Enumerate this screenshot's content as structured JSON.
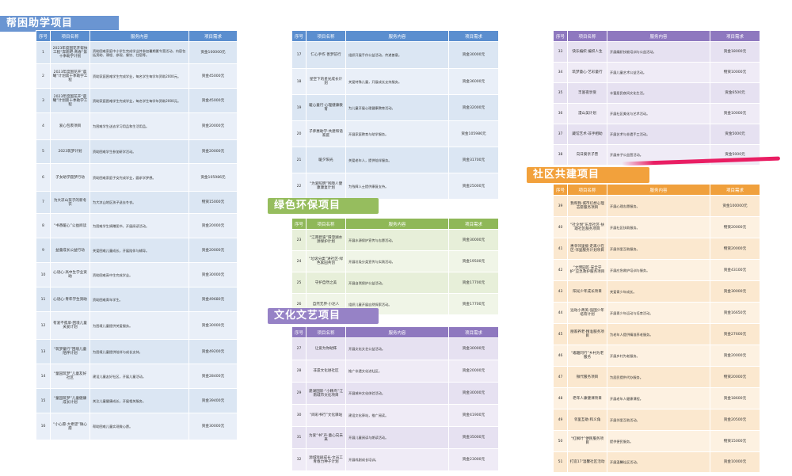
{
  "headers": [
    "序号",
    "项目名称",
    "服务内容",
    "项目需求"
  ],
  "sections": {
    "education": {
      "title": "帮困助学项目",
      "rows": [
        {
          "no": "1",
          "name": "2023年度国花开帮扶工程“奔跑吧·青春”第十季助学计划",
          "content": "资助困难家庭中小学生完成学业并参加暑期夏令营活动，内容包括资助、课程、参观、餐饮、住宿等。",
          "need": "资金100000元"
        },
        {
          "no": "2",
          "name": "2023年度国花开“晨曦”计划第十季助学工程",
          "content": "资助家庭困难学生完成学业，每名学生每学年资助2000元。",
          "need": "资金45000元"
        },
        {
          "no": "3",
          "name": "2023年度国花开“晨曦”计划第十季助学工程",
          "content": "资助家庭困难学生完成学业，每名学生每学年资助2000元。",
          "need": "资金45000元"
        },
        {
          "no": "4",
          "name": "爱心包裹项目",
          "content": "为困难学生送去学习用品和生活用品。",
          "need": "资金20000元"
        },
        {
          "no": "5",
          "name": "2023筑梦计划",
          "content": "资助困难学生参加研学活动。",
          "need": "资金20000元"
        },
        {
          "no": "6",
          "name": "子女助学圆梦行动",
          "content": "资助困难家庭子女完成学业，圆求学梦想。",
          "need": "资金105986元"
        },
        {
          "no": "7",
          "name": "为大凉山孩子的新冬衣",
          "content": "为大凉山地区孩子送去冬衣。",
          "need": "物资15000元"
        },
        {
          "no": "8",
          "name": "“书香暖心”公益阅读",
          "content": "为困难学生捐赠图书，开展阅读活动。",
          "need": "资金20000元"
        },
        {
          "no": "9",
          "name": "益童成长公益行动",
          "content": "关爱困难儿童成长，开展陪伴与辅导。",
          "need": "资金20000元"
        },
        {
          "no": "10",
          "name": "心语心·高中生学业资助",
          "content": "资助困难高中生完成学业。",
          "need": "资金30000元"
        },
        {
          "no": "11",
          "name": "心语心·青年学生资助",
          "content": "资助困难青年学生。",
          "need": "资金49680元"
        },
        {
          "no": "12",
          "name": "有爱不孤单·困境儿童关爱计划",
          "content": "为困境儿童提供关爱服务。",
          "need": "资金30000元"
        },
        {
          "no": "13",
          "name": "“筑梦童行”困境儿童陪伴计划",
          "content": "为困境儿童提供陪伴与成长支持。",
          "need": "资金49200元"
        },
        {
          "no": "14",
          "name": "“童园筑梦”儿童友好社区",
          "content": "建设儿童友好社区，开展儿童活动。",
          "need": "资金28400元"
        },
        {
          "no": "15",
          "name": "“童园筑梦”儿童健康成长计划",
          "content": "关注儿童健康成长，开展相关服务。",
          "need": "资金39400元"
        },
        {
          "no": "16",
          "name": "“小心愿·大希望”微心愿",
          "content": "帮助困难儿童实现微心愿。",
          "need": "资金30000元"
        }
      ]
    },
    "education2": {
      "rows": [
        {
          "no": "17",
          "name": "仁心手作 善梦前行",
          "content": "组织开展手作公益活动，传递善意。",
          "need": "资金30000元"
        },
        {
          "no": "18",
          "name": "星空下的星光成长计划",
          "content": "关爱特殊儿童，开展成长支持服务。",
          "need": "资金36000元"
        },
        {
          "no": "19",
          "name": "暖心童行·心理健康教育",
          "content": "为儿童开展心理健康教育活动。",
          "need": "资金32000元"
        },
        {
          "no": "20",
          "name": "子养惠助学·共建和谐家庭",
          "content": "开展家庭教育与助学服务。",
          "need": "资金105986元"
        },
        {
          "no": "21",
          "name": "暖夕阳光",
          "content": "关爱老年人，提供陪伴服务。",
          "need": "资金31700元"
        },
        {
          "no": "22",
          "name": "“为爱照明”残障人健康康复计划",
          "content": "为残障人士提供康复支持。",
          "need": "资金25000元"
        }
      ]
    },
    "environment": {
      "title": "绿色环保项目",
      "rows": [
        {
          "no": "23",
          "name": "“江南碧波”阳澄湖水源保护计划",
          "content": "开展水源保护宣传与志愿活动。",
          "need": "资金30000元"
        },
        {
          "no": "24",
          "name": "“垃圾分类”进社区·绿色家园共创",
          "content": "开展垃圾分类宣传与实践活动。",
          "need": "资金19500元"
        },
        {
          "no": "25",
          "name": "守护自然之美",
          "content": "开展自然保护公益活动。",
          "need": "资金17700元"
        },
        {
          "no": "26",
          "name": "自然无界·小达人",
          "content": "组织儿童开展自然探索活动。",
          "need": "资金17700元"
        }
      ]
    },
    "culture": {
      "title": "文化文艺项目",
      "rows": [
        {
          "no": "27",
          "name": "让爱为你助阵",
          "content": "开展文化文艺公益活动。",
          "need": "资金30000元"
        },
        {
          "no": "28",
          "name": "非遗文化进社区",
          "content": "推广非遗文化进社区。",
          "need": "资金20000元"
        },
        {
          "no": "29",
          "name": "建湖国际·“小精鸟”江南城市文化项目",
          "content": "开展城市文化体验活动。",
          "need": "资金30000元"
        },
        {
          "no": "30",
          "name": "“阅彩书行”文化驿站",
          "content": "建设文化驿站，推广阅读。",
          "need": "资金41900元"
        },
        {
          "no": "31",
          "name": "为爱“书”声·童心向未来",
          "content": "开展儿童阅读与朗读活动。",
          "need": "资金35000元"
        },
        {
          "no": "32",
          "name": "源城戏剧成长·文员工青春力种子计划",
          "content": "开展戏剧成长培训。",
          "need": "资金23000元"
        }
      ]
    },
    "culture2": {
      "rows": [
        {
          "no": "33",
          "name": "快乐编织 编织人生",
          "content": "开展编织技能培训与公益活动。",
          "need": "资金18000元"
        },
        {
          "no": "34",
          "name": "筑梦童心·艺彩童行",
          "content": "开展儿童艺术公益活动。",
          "need": "物资10000元"
        },
        {
          "no": "35",
          "name": "丰富夜享受",
          "content": "丰富居民夜间文化生活。",
          "need": "资金6500元"
        },
        {
          "no": "36",
          "name": "漫山美计划",
          "content": "开展社区美化与艺术活动。",
          "need": "资金10000元"
        },
        {
          "no": "37",
          "name": "藏馆艺术·非手相助",
          "content": "开展艺术与非遗手工活动。",
          "need": "资金5000元"
        },
        {
          "no": "38",
          "name": "向日葵亲子营",
          "content": "开展亲子公益营活动。",
          "need": "资金5000元"
        }
      ]
    },
    "community": {
      "title": "社区共建项目",
      "rows": [
        {
          "no": "39",
          "name": "我和我·城市幻想心理志愿服务项目",
          "content": "开展心理志愿服务。",
          "need": "资金100000元"
        },
        {
          "no": "40",
          "name": "“社企悦”乐享社区·扶助社区服务项目",
          "content": "开展社区扶助服务。",
          "need": "物资20000元"
        },
        {
          "no": "41",
          "name": "惠邻邻里援·走再小在区·邻里服务计划项目",
          "content": "开展邻里互助服务。",
          "need": "物资20000元"
        },
        {
          "no": "42",
          "name": "“文明园区·安全守护”应急救护服务项目",
          "content": "开展应急救护培训与服务。",
          "need": "资金43100元"
        },
        {
          "no": "43",
          "name": "阳光少年成长项目",
          "content": "关爱青少年成长。",
          "need": "资金30000元"
        },
        {
          "no": "44",
          "name": "远动小菁英·强国少年培育计划",
          "content": "开展青少年运动与培育活动。",
          "need": "资金16650元"
        },
        {
          "no": "45",
          "name": "朋家养老·精准服务项目",
          "content": "为老年人提供精准养老服务。",
          "need": "资金27600元"
        },
        {
          "no": "46",
          "name": "“邀趣同行”乡村为老服务",
          "content": "开展乡村为老服务。",
          "need": "资金20000元"
        },
        {
          "no": "47",
          "name": "微代服务项目",
          "content": "为居民提供代办服务。",
          "need": "物资20000元"
        },
        {
          "no": "48",
          "name": "老年人康健课项目",
          "content": "开展老年人健康课程。",
          "need": "资金18600元"
        },
        {
          "no": "49",
          "name": "邻里互助·和义角",
          "content": "开展邻里互助活动。",
          "need": "资金20500元"
        },
        {
          "no": "50",
          "name": "“红枫叶”便民服务项目",
          "content": "提供便民服务。",
          "need": "物资15000元"
        },
        {
          "no": "51",
          "name": "打造17'温馨社区活动",
          "content": "开展温馨社区活动。",
          "need": "资金10000元"
        }
      ]
    }
  },
  "colors": {
    "blue": "#5b8ecf",
    "green": "#8fb858",
    "purple": "#8e78bf",
    "orange": "#f0a03c",
    "brush": "#e91e63"
  }
}
